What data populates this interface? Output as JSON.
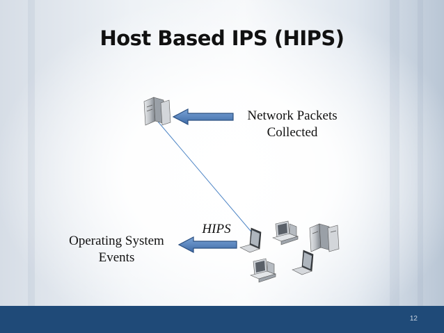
{
  "title": "Host Based IPS (HIPS)",
  "labels": {
    "network_packets_line1": "Network Packets",
    "network_packets_line2": "Collected",
    "os_events_line1": "Operating System",
    "os_events_line2": "Events",
    "hips": "HIPS"
  },
  "footer": {
    "page_number": "12",
    "bar_color": "#1f4a78"
  },
  "colors": {
    "arrow_fill": "#4f7fbe",
    "arrow_stroke": "#2b4f80",
    "link_line": "#4f86c6"
  },
  "icons": [
    "server-icon",
    "laptop-icon",
    "desktop-computer-icon",
    "server-tower-icon",
    "desktop-computer-icon",
    "laptop-icon"
  ]
}
